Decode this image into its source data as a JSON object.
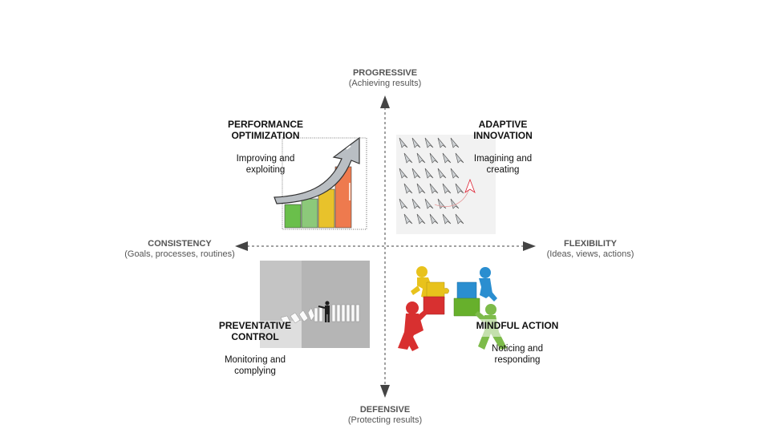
{
  "axes": {
    "top": {
      "title": "PROGRESSIVE",
      "subtitle": "(Achieving results)"
    },
    "bottom": {
      "title": "DEFENSIVE",
      "subtitle": "(Protecting results)"
    },
    "left": {
      "title": "CONSISTENCY",
      "subtitle": "(Goals, processes, routines)"
    },
    "right": {
      "title": "FLEXIBILITY",
      "subtitle": "(Ideas, views, actions)"
    }
  },
  "quadrants": {
    "top_left": {
      "title_line1": "PERFORMANCE",
      "title_line2": "OPTIMIZATION",
      "desc_line1": "Improving and",
      "desc_line2": "exploiting"
    },
    "top_right": {
      "title_line1": "ADAPTIVE",
      "title_line2": "INNOVATION",
      "desc_line1": "Imagining and",
      "desc_line2": "creating"
    },
    "bottom_left": {
      "title_line1": "PREVENTATIVE",
      "title_line2": "CONTROL",
      "desc_line1": "Monitoring and",
      "desc_line2": "complying"
    },
    "bottom_right": {
      "title_line1": "MINDFUL ACTION",
      "desc_line1": "Noticing and",
      "desc_line2": "responding"
    }
  },
  "colors": {
    "axis": "#444444",
    "bar_green": "#6abf4b",
    "bar_lightgreen": "#8cc97a",
    "bar_yellow": "#e8c22b",
    "bar_orange": "#ee7a4e",
    "arrow_gray": "#b9bec3",
    "puzzle_red": "#d83030",
    "puzzle_yellow": "#e8c21c",
    "puzzle_blue": "#2a8ed0",
    "puzzle_green": "#67b02c"
  },
  "icons": [
    "growth-chart-icon",
    "paper-planes-icon",
    "dominoes-icon",
    "puzzle-team-icon"
  ]
}
